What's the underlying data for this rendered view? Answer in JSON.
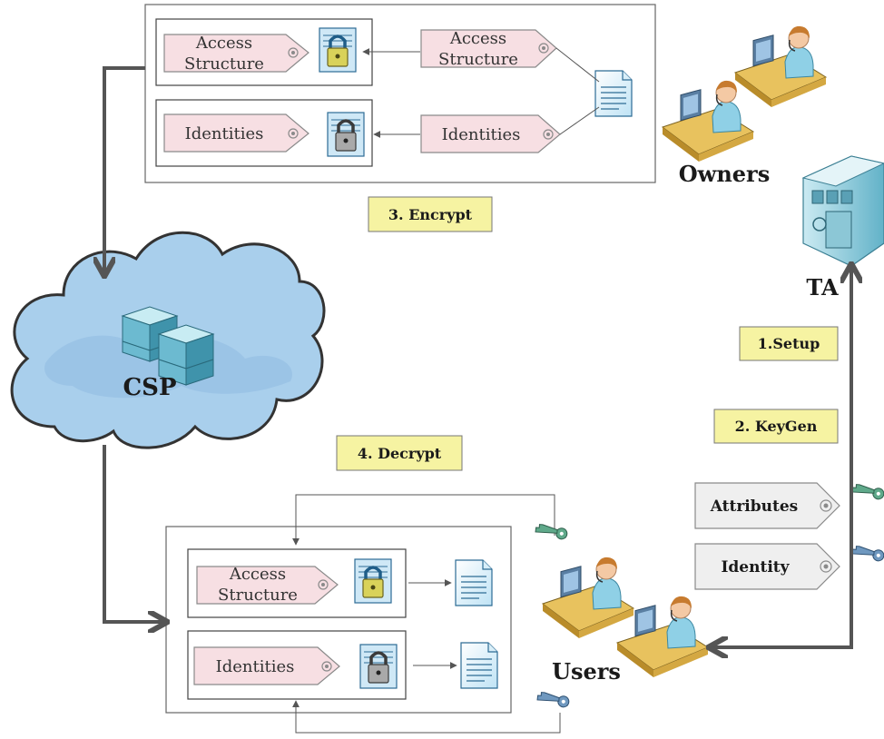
{
  "diagram": {
    "encrypt_panel": {
      "row1_left_line1": "Access",
      "row1_left_line2": "Structure",
      "row1_right_line1": "Access",
      "row1_right_line2": "Structure",
      "row2_left": "Identities",
      "row2_right": "Identities"
    },
    "decrypt_panel": {
      "row1_line1": "Access",
      "row1_line2": "Structure",
      "row2": "Identities"
    },
    "actors": {
      "owners": "Owners",
      "ta": "TA",
      "csp": "CSP",
      "users": "Users"
    },
    "steps": {
      "setup": "1.Setup",
      "keygen": "2. KeyGen",
      "encrypt": "3. Encrypt",
      "decrypt": "4. Decrypt"
    },
    "key_tags": {
      "attributes": "Attributes",
      "identity": "Identity"
    },
    "colors": {
      "tag_fill": "#f7dfe3",
      "tag_stroke": "#8a8a8a",
      "step_fill": "#f6f3a2",
      "cloud_fill": "#a9cfec",
      "gray_tag_fill": "#efefef",
      "arrow": "#555555"
    }
  }
}
